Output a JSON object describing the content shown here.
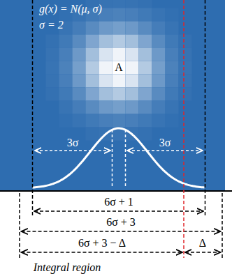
{
  "diagram": {
    "labels": [
      "g(x) = N(μ, σ)",
      "σ = 2",
      "A",
      "3σ",
      "3σ",
      "6σ + 1",
      "6σ + 3",
      "6σ + 3 − Δ",
      "Δ",
      "Integral region"
    ]
  }
}
